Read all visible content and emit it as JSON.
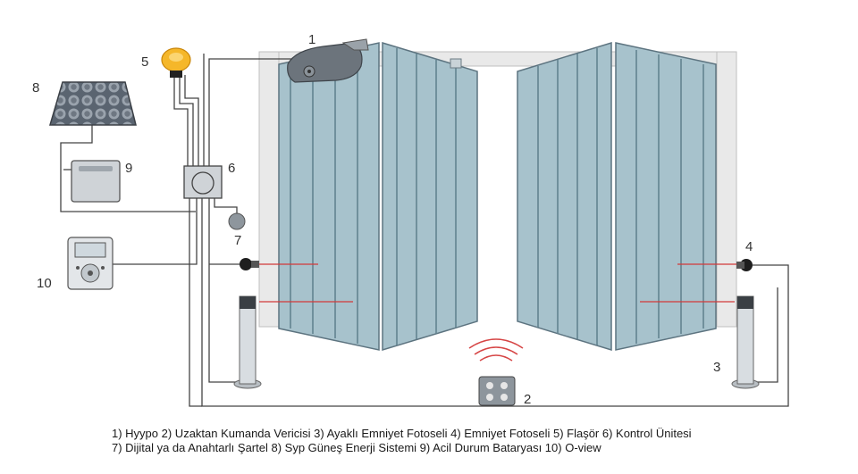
{
  "colors": {
    "panel": "#a7c2cc",
    "panel_stroke": "#5d7480",
    "slat": "#5f7f8c",
    "frame": "#e9e9e9",
    "wire": "#444444",
    "beam": "#d23a3a",
    "flasher": "#f5b72a",
    "signal": "#d64545"
  },
  "labels": {
    "hyppo": "1",
    "remote": "2",
    "column_photocell": "3",
    "photocell": "4",
    "flasher": "5",
    "control_unit": "6",
    "key_switch": "7",
    "solar": "8",
    "battery": "9",
    "oview": "10"
  },
  "icons": {
    "hyppo": "gate-motor-icon",
    "remote": "remote-control-icon",
    "column_photocell": "column-photocell-icon",
    "photocell": "photocell-icon",
    "flasher": "flasher-lamp-icon",
    "control_unit": "control-unit-icon",
    "key_switch": "key-switch-icon",
    "solar": "solar-panel-icon",
    "battery": "battery-icon",
    "oview": "oview-terminal-icon"
  },
  "legend": {
    "line1": "1) Hyypo  2) Uzaktan Kumanda Vericisi  3) Ayaklı Emniyet Fotoseli 4) Emniyet Fotoseli  5) Flaşör  6) Kontrol Ünitesi",
    "line2": "7) Dijital ya da Anahtarlı Şartel  8) Syp Güneş Enerji Sistemi 9) Acil Durum Bataryası  10) O-view"
  }
}
